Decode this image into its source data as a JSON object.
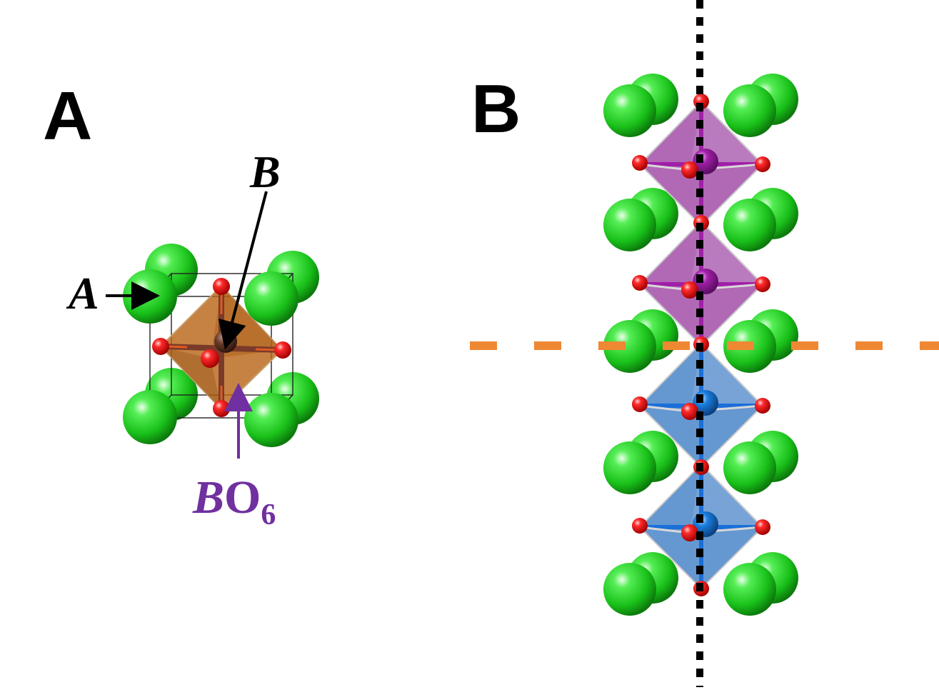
{
  "panels": {
    "a": {
      "label": "A"
    },
    "b": {
      "label": "B"
    }
  },
  "annotations": {
    "a_site": "A",
    "b_site": "B",
    "octahedron": {
      "symbol": "B",
      "formula": "O",
      "subscript": "6"
    }
  },
  "colors": {
    "a_cation": "#22cc22",
    "oxygen": "#ee1111",
    "octahedron_a": "#b8661a",
    "octahedron_magenta": "#9b3fa0",
    "octahedron_blue": "#3a7ac4",
    "b_cation_magenta": "#a020a8",
    "b_cation_blue": "#1a6fd8",
    "label_accent": "#7030a0",
    "interface_line": "#ee8833",
    "axis_line": "#000000"
  }
}
